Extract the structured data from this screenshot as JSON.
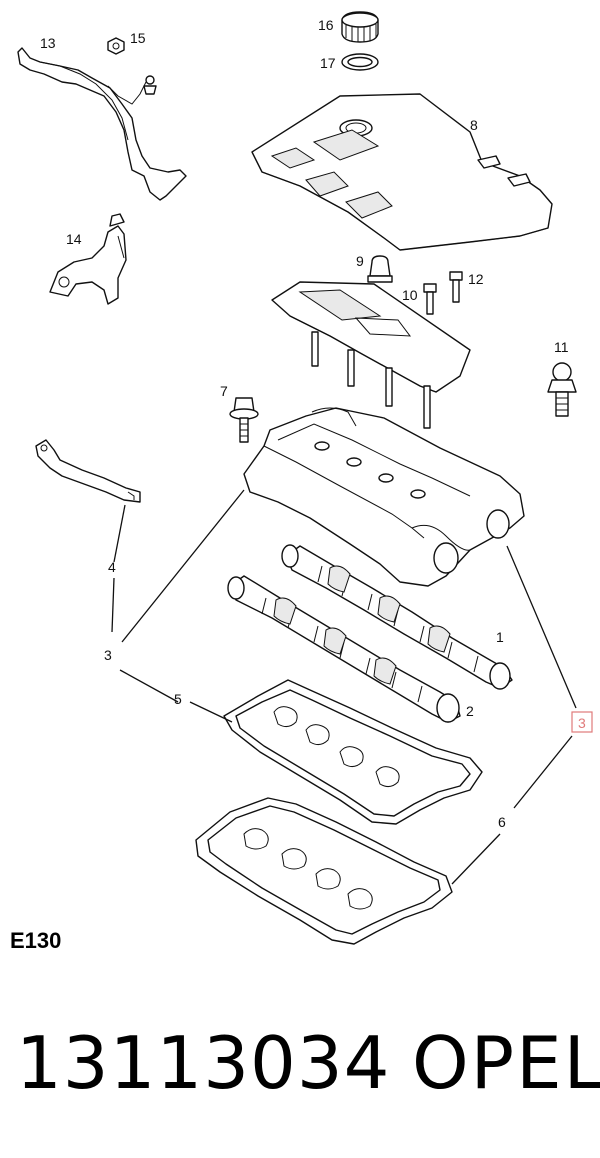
{
  "diagram": {
    "code": "E130",
    "callouts": {
      "c1": "1",
      "c2": "2",
      "c3a": "3",
      "c3b": "3",
      "c4": "4",
      "c5": "5",
      "c6": "6",
      "c7": "7",
      "c8": "8",
      "c9": "9",
      "c10": "10",
      "c11": "11",
      "c12": "12",
      "c13": "13",
      "c14": "14",
      "c15": "15",
      "c16": "16",
      "c17": "17"
    },
    "highlighted_callout": "3",
    "highlight_color": "#e07a7a"
  },
  "footer": {
    "part_number": "13113034",
    "brand": "OPEL"
  }
}
